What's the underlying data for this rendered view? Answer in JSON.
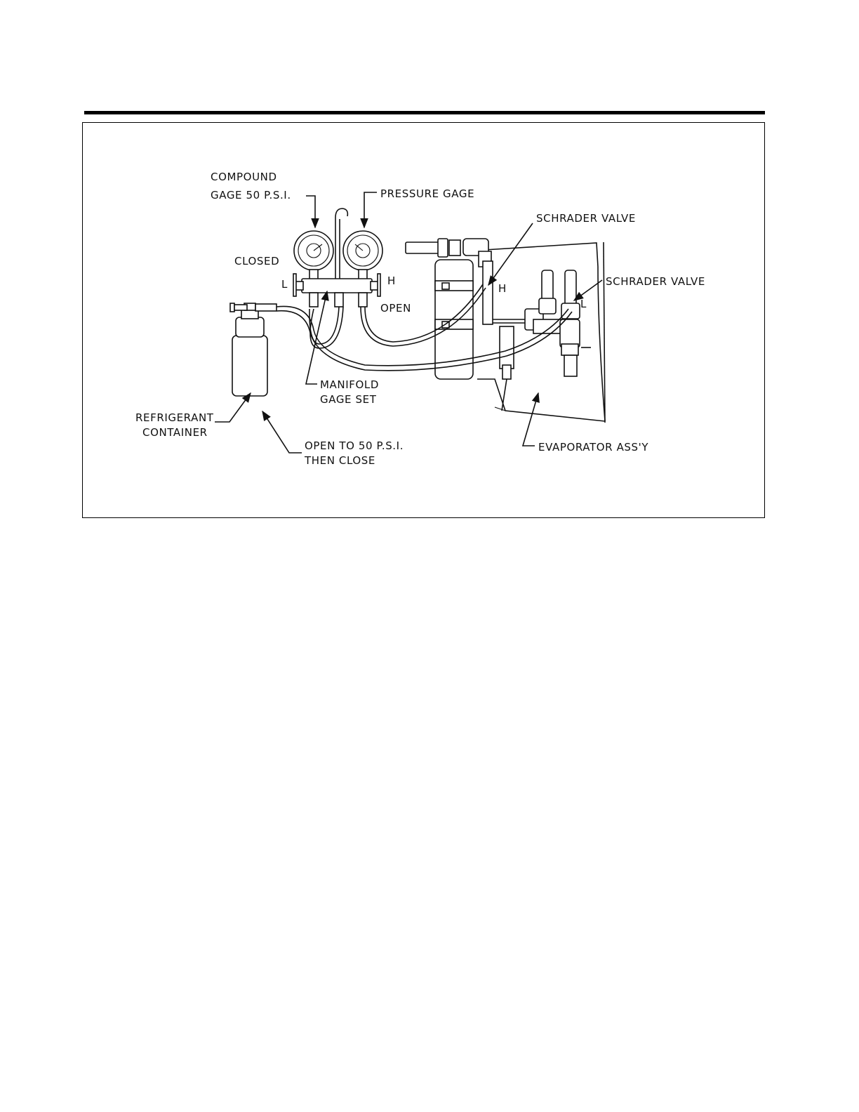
{
  "labels": {
    "compound_gage_line1": "COMPOUND",
    "compound_gage_line2": "GAGE 50 P.S.I.",
    "pressure_gage": "PRESSURE GAGE",
    "schrader_valve_high": "SCHRADER VALVE",
    "schrader_valve_low": "SCHRADER VALVE",
    "closed": "CLOSED",
    "open": "OPEN",
    "manifold_l": "L",
    "manifold_h": "H",
    "line_h": "H",
    "line_l": "L",
    "manifold_gage_set_line1": "MANIFOLD",
    "manifold_gage_set_line2": "GAGE SET",
    "refrigerant_container_line1": "REFRIGERANT",
    "refrigerant_container_line2": "CONTAINER",
    "open_to_line1": "OPEN TO 50 P.S.I.",
    "open_to_line2": "THEN CLOSE",
    "evaporator": "EVAPORATOR ASS'Y"
  }
}
